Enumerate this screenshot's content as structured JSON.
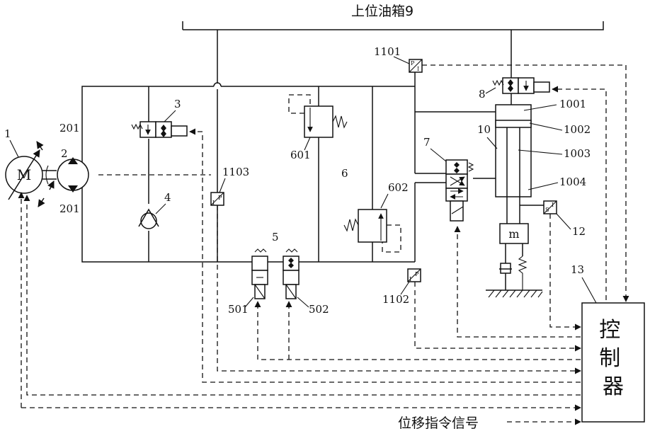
{
  "diagram": {
    "tank_label": "上位油箱9",
    "controller_label": "控制器",
    "command_label": "位移指令信号",
    "motor_symbol": "M",
    "mass_symbol": "m",
    "labels": {
      "motor": "1",
      "shaft": "2",
      "pump_top": "201",
      "pump_bottom": "201",
      "valve_3": "3",
      "check_4": "4",
      "valve_group_5": "5",
      "valve_501": "501",
      "valve_502": "502",
      "relief_group_6": "6",
      "relief_601": "601",
      "relief_602": "602",
      "valve_7": "7",
      "valve_8": "8",
      "cylinder_10": "10",
      "chamber_1001": "1001",
      "piston_1002": "1002",
      "rod_1003": "1003",
      "chamber_1004": "1004",
      "sensor_1101": "1101",
      "sensor_1102": "1102",
      "sensor_1103": "1103",
      "sensor_12": "12",
      "controller_13": "13"
    },
    "sensor_glyphs": {
      "pressure_p": "P",
      "pressure_i": "I",
      "displacement_s": "S",
      "displacement_i": "I"
    }
  }
}
